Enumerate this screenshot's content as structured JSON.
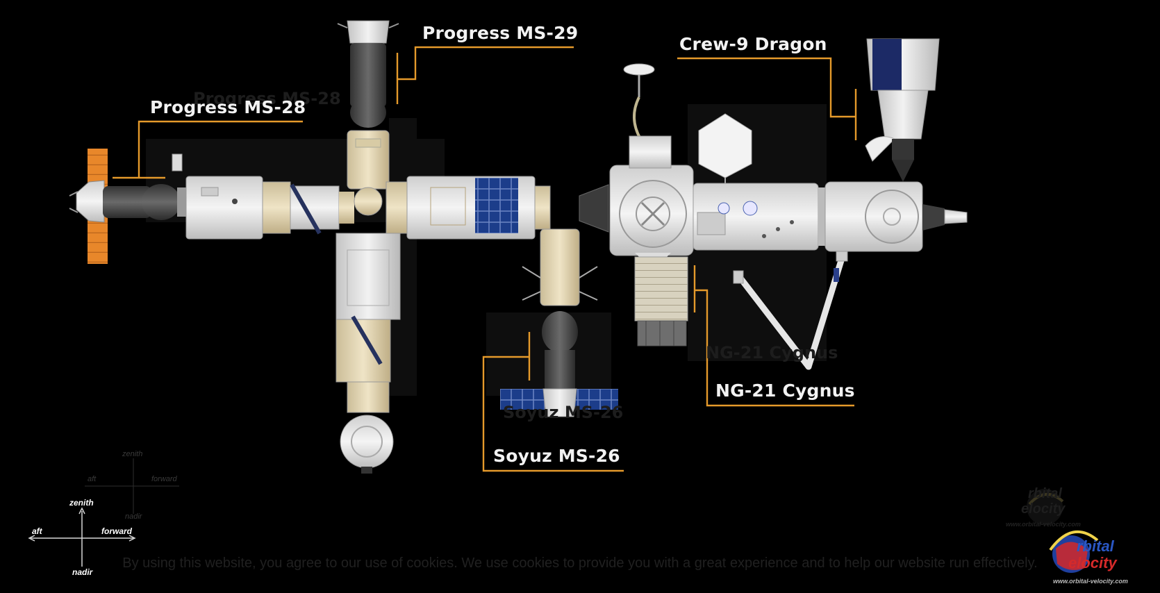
{
  "labels": {
    "progress_ms29": "Progress MS-29",
    "progress_ms28": "Progress MS-28",
    "crew9": "Crew-9 Dragon",
    "ng21": "NG-21 Cygnus",
    "soyuz": "Soyuz MS-26"
  },
  "ghost_labels": {
    "progress_ms28": "Progress MS-28",
    "ng21": "NG-21 Cygnus",
    "soyuz": "Soyuz MS-26"
  },
  "orientation": {
    "zenith": "zenith",
    "aft": "aft",
    "forward": "forward",
    "nadir": "nadir"
  },
  "logo": {
    "orbital": "rbital",
    "velocity": "elocity",
    "url": "www.orbital-velocity.com"
  },
  "cookie_text": "By using this website, you agree to our use of cookies. We use cookies to provide you with a great experience and to help our website run effectively.",
  "colors": {
    "leader": "#e59a2b",
    "module_white": "#e6e6e6",
    "module_cream": "#e6d9b8",
    "solar_blue": "#1c3d8a",
    "solar_orange": "#e8872a",
    "dark_grey": "#4a4a4a"
  }
}
